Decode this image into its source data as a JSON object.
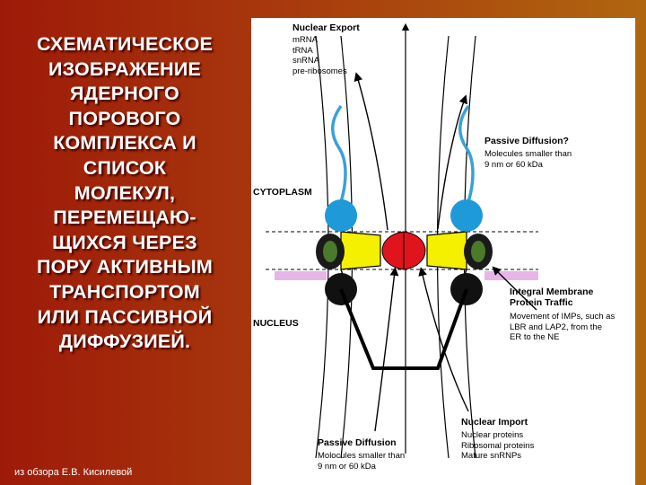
{
  "title": "СХЕМАТИЧЕСКОЕ\nИЗОБРАЖЕНИЕ\nЯДЕРНОГО\nПОРОВОГО\nКОМПЛЕКСА И\nСПИСОК\nМОЛЕКУЛ,\nПЕРЕМЕЩАЮ-\nЩИХСЯ ЧЕРЕЗ\nПОРУ АКТИВНЫМ\nТРАНСПОРТОМ\nИЛИ ПАССИВНОЙ\nДИФФУЗИЕЙ.",
  "credit": "из обзора Е.В. Кисилевой",
  "diagram": {
    "nuclear_export": {
      "heading": "Nuclear Export",
      "items": "mRNA\ntRNA\nsnRNA\npre-ribosomes"
    },
    "passive_top": {
      "heading": "Passive Diffusion?",
      "text": "Molecules smaller than\n9 nm or 60 kDa"
    },
    "cytoplasm": "CYTOPLASM",
    "nucleus": "NUCLEUS",
    "integral": {
      "heading": "Integral Membrane\nProtein Traffic",
      "text": "Movement of IMPs, such as\nLBR and LAP2, from the\nER to the NE"
    },
    "nuclear_import": {
      "heading": "Nuclear Import",
      "items": "Nuclear proteins\nRibosomal proteins\nMature snRNPs"
    },
    "passive_bottom": {
      "heading": "Passive Diffusion",
      "text": "Molocules smaller than\n9 nm or 60 kDa"
    }
  },
  "colors": {
    "background_left": "#9e1a08",
    "background_right": "#b0660f",
    "filament": "#3aa0d8",
    "ring_blue": "#1e9ad8",
    "spoke_yellow": "#f5f000",
    "central_red": "#e0141c",
    "nuclear_ring": "#111111"
  }
}
